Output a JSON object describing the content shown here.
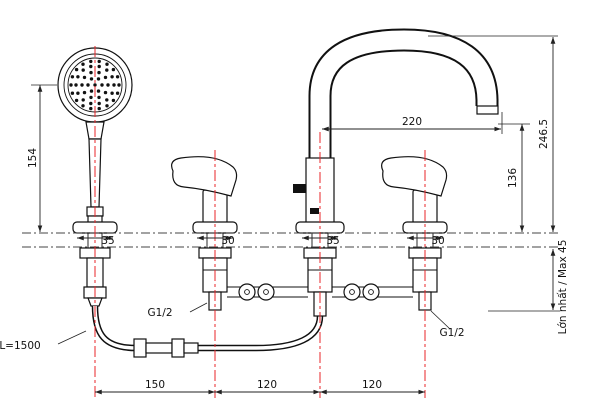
{
  "diagram": {
    "type": "technical-dimension-drawing",
    "subject": "deck-mounted bath mixer with hand shower",
    "colors": {
      "line": "#111111",
      "centerline": "#e8262a",
      "background": "#ffffff"
    },
    "labels": {
      "hose_length": "L=1500",
      "thread_left": "G1/2",
      "thread_right": "G1/2",
      "max_deck_thickness": "Lớn nhất / Max 45"
    },
    "dimensions": {
      "shower_height": "154",
      "shower_base": "35",
      "left_handle_base": "30",
      "spout_base": "35",
      "right_handle_base": "30",
      "spout_reach": "220",
      "overall_height": "246.5",
      "outlet_height": "136",
      "pitch_shower_to_handle": "150",
      "pitch_handle_to_spout": "120",
      "pitch_spout_to_handle": "120"
    }
  }
}
